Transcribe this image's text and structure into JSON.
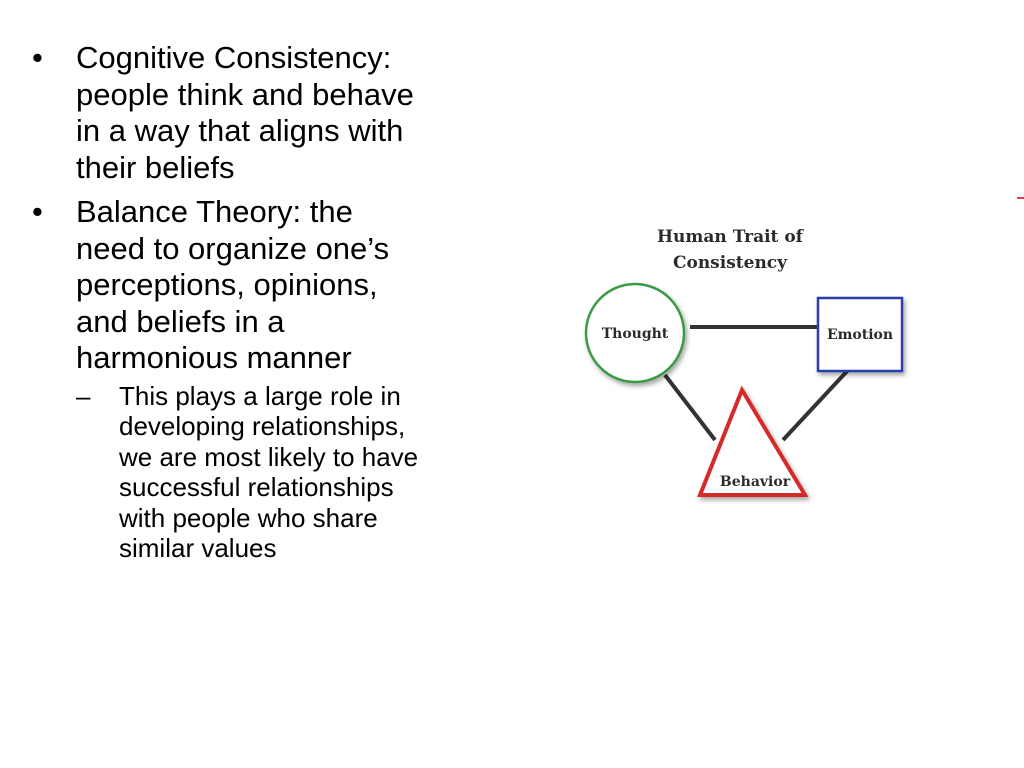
{
  "bullets": [
    {
      "mark": "•",
      "text": "Cognitive Consistency: people think and behave in a way that aligns with their beliefs",
      "lines": [
        "Cognitive Consistency:",
        "people think and behave",
        "in a way that aligns with",
        "their beliefs"
      ]
    },
    {
      "mark": "•",
      "text": "Balance Theory: the need to organize one’s perceptions, opinions, and beliefs in a harmonious manner",
      "lines": [
        "Balance Theory: the",
        "need to organize one’s",
        "perceptions, opinions,",
        "and beliefs in a",
        "harmonious manner"
      ],
      "sub": {
        "mark": "–",
        "text": "This plays a large role in developing relationships, we are most likely to have successful relationships with people who share similar values",
        "lines": [
          "This plays a large role in",
          "developing relationships,",
          "we are most likely to have",
          "successful relationships",
          "with people who share",
          "similar values"
        ]
      }
    }
  ],
  "diagram": {
    "title_line1": "Human Trait of",
    "title_line2": "Consistency",
    "nodes": {
      "thought": "Thought",
      "emotion": "Emotion",
      "behavior": "Behavior"
    },
    "colors": {
      "thought": "#3a9a44",
      "emotion": "#2b3fa8",
      "behavior": "#d62a2a",
      "connector": "#333333"
    }
  }
}
